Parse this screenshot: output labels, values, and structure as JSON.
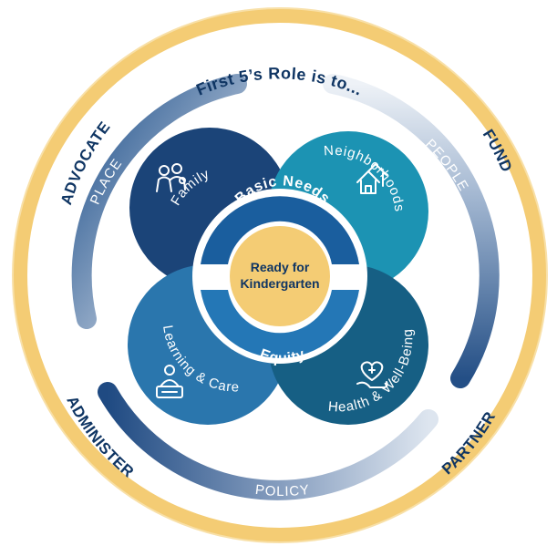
{
  "title": "First 5’s Role is to...",
  "roles": {
    "advocate": "ADVOCATE",
    "fund": "FUND",
    "administer": "ADMINISTER",
    "partner": "PARTNER"
  },
  "ring_labels": {
    "place": "PLACE",
    "people": "PEOPLE",
    "policy": "POLICY"
  },
  "circles": {
    "family": "Family",
    "neighborhoods": "Neighborhoods",
    "learning_care": "Learning & Care",
    "health": "Health & Well-Being"
  },
  "bands": {
    "basic_needs": "Basic Needs",
    "equity": "Equity"
  },
  "center": {
    "line1": "Ready for",
    "line2": "Kindergarten"
  },
  "colors": {
    "gold": "#f4cc74",
    "navy": "#0f3563",
    "family": "#1b4478",
    "neighborhoods": "#1c93b3",
    "learning_care": "#2a76ad",
    "health": "#165f84",
    "band": "#1a5e9e",
    "center": "#f4cc74"
  }
}
